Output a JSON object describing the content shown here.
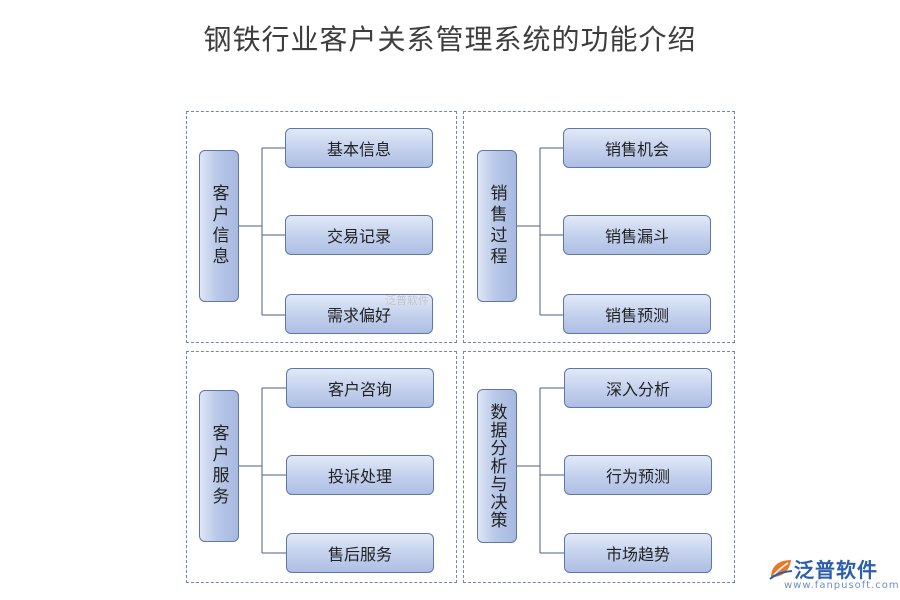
{
  "title": "钢铁行业客户关系管理系统的功能介绍",
  "groups": [
    {
      "label": "客户信息",
      "items": [
        "基本信息",
        "交易记录",
        "需求偏好"
      ]
    },
    {
      "label": "销售过程",
      "items": [
        "销售机会",
        "销售漏斗",
        "销售预测"
      ]
    },
    {
      "label": "客户服务",
      "items": [
        "客户咨询",
        "投诉处理",
        "售后服务"
      ]
    },
    {
      "label": "数据分析与决策",
      "items": [
        "深入分析",
        "行为预测",
        "市场趋势"
      ]
    }
  ],
  "watermark": "泛普软件",
  "logo": {
    "text": "泛普软件",
    "url": "www.fanpusoft.com",
    "icon": "leaf-logo-icon"
  },
  "colors": {
    "border": "#5d78a8",
    "box_fill": "#b8c8e8",
    "title": "#3d3d3d",
    "brand": "#2b5fae"
  }
}
